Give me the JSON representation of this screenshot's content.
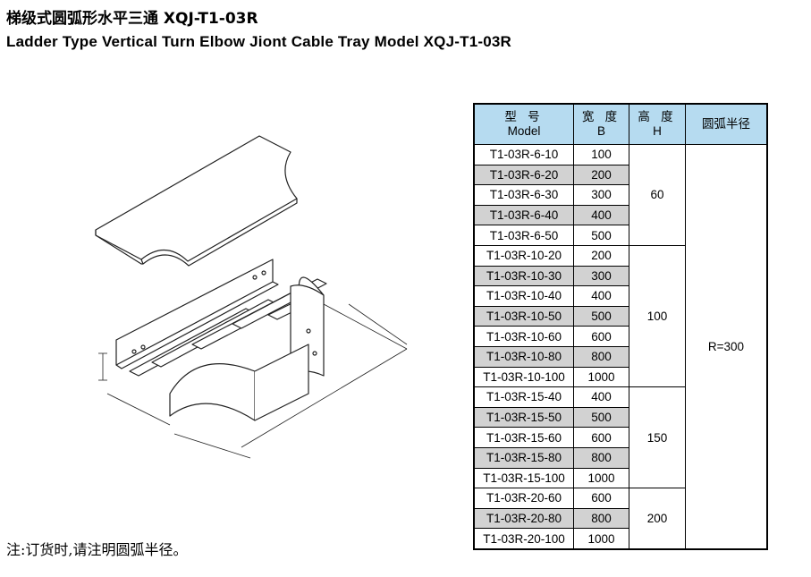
{
  "title_cn": "梯级式圆弧形水平三通 XQJ-T1-03R",
  "title_en": "Ladder Type Vertical Turn Elbow Jiont Cable Tray Model XQJ-T1-03R",
  "note": "注:订货时,请注明圆弧半径。",
  "table": {
    "headers": {
      "model_cn": "型 号",
      "model_en": "Model",
      "width_cn": "宽 度",
      "width_en": "B",
      "height_cn": "高 度",
      "height_en": "H",
      "radius_cn": "圆弧半径"
    },
    "radius": "R=300",
    "groups": [
      {
        "height": "60",
        "rows": [
          {
            "model": "T1-03R-6-10",
            "width": "100"
          },
          {
            "model": "T1-03R-6-20",
            "width": "200"
          },
          {
            "model": "T1-03R-6-30",
            "width": "300"
          },
          {
            "model": "T1-03R-6-40",
            "width": "400"
          },
          {
            "model": "T1-03R-6-50",
            "width": "500"
          }
        ]
      },
      {
        "height": "100",
        "rows": [
          {
            "model": "T1-03R-10-20",
            "width": "200"
          },
          {
            "model": "T1-03R-10-30",
            "width": "300"
          },
          {
            "model": "T1-03R-10-40",
            "width": "400"
          },
          {
            "model": "T1-03R-10-50",
            "width": "500"
          },
          {
            "model": "T1-03R-10-60",
            "width": "600"
          },
          {
            "model": "T1-03R-10-80",
            "width": "800"
          },
          {
            "model": "T1-03R-10-100",
            "width": "1000"
          }
        ]
      },
      {
        "height": "150",
        "rows": [
          {
            "model": "T1-03R-15-40",
            "width": "400"
          },
          {
            "model": "T1-03R-15-50",
            "width": "500"
          },
          {
            "model": "T1-03R-15-60",
            "width": "600"
          },
          {
            "model": "T1-03R-15-80",
            "width": "800"
          },
          {
            "model": "T1-03R-15-100",
            "width": "1000"
          }
        ]
      },
      {
        "height": "200",
        "rows": [
          {
            "model": "T1-03R-20-60",
            "width": "600"
          },
          {
            "model": "T1-03R-20-80",
            "width": "800"
          },
          {
            "model": "T1-03R-20-100",
            "width": "1000"
          }
        ]
      }
    ],
    "shade_color": "#d2d2d2",
    "header_color": "#b6dbf0"
  }
}
